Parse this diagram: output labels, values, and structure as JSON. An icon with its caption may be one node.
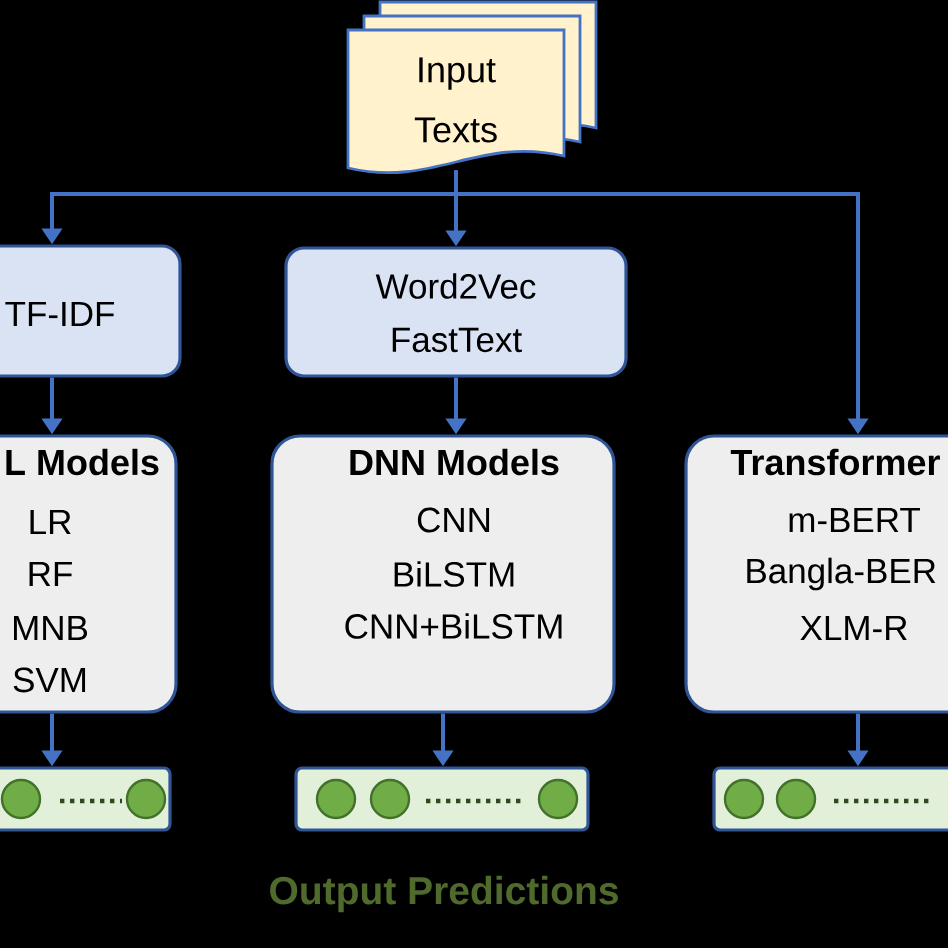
{
  "diagram": {
    "nodes": [
      {
        "text": [
          "Input Texts"
        ]
      },
      {
        "text": [
          "TF-IDF"
        ]
      },
      {
        "text": [
          "Word2Vec",
          "FastText"
        ]
      },
      {
        "text": [
          "L Models",
          "LR",
          "RF",
          "MNB",
          "SVM"
        ]
      },
      {
        "text": [
          "DNN Models",
          "CNN",
          "BiLSTM",
          "CNN+BiLSTM"
        ]
      },
      {
        "text": [
          "Transformer",
          "m-BERT",
          "Bangla-BER",
          "XLM-R"
        ]
      },
      {
        "text": [],
        "shape": "box"
      },
      {
        "text": [],
        "shape": "box"
      },
      {
        "text": [],
        "shape": "box"
      }
    ],
    "edges": [
      {
        "from": 0,
        "to": 1,
        "arrow": "to"
      },
      {
        "from": 0,
        "to": 2,
        "arrow": "to"
      },
      {
        "from": 0,
        "to": 5,
        "arrow": "to"
      },
      {
        "from": 1,
        "to": 3,
        "arrow": "to"
      },
      {
        "from": 2,
        "to": 4,
        "arrow": "to"
      },
      {
        "from": 3,
        "to": 6,
        "arrow": "to"
      },
      {
        "from": 4,
        "to": 7,
        "arrow": "to"
      },
      {
        "from": 5,
        "to": 8,
        "arrow": "to"
      }
    ],
    "labels": [
      "Output Predictions"
    ]
  }
}
